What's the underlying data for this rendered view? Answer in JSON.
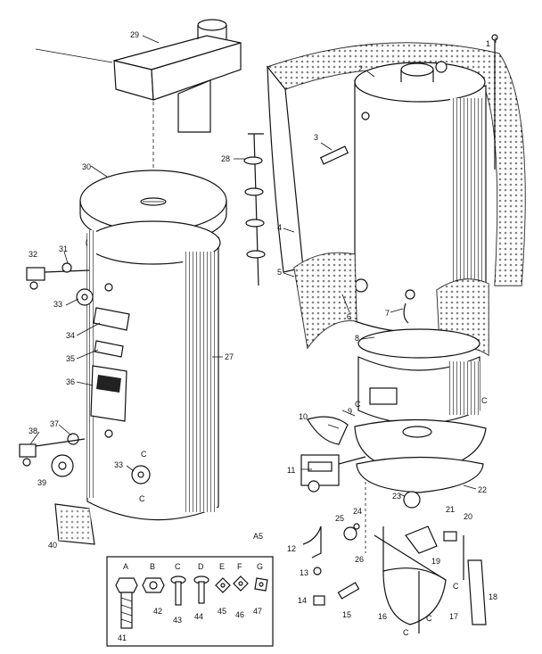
{
  "diagram": {
    "page_code": "A5",
    "callouts": [
      "1",
      "2",
      "3",
      "4",
      "5",
      "6",
      "7",
      "8",
      "9",
      "10",
      "11",
      "12",
      "13",
      "14",
      "15",
      "16",
      "17",
      "18",
      "19",
      "20",
      "21",
      "22",
      "23",
      "24",
      "25",
      "26",
      "27",
      "28",
      "29",
      "30",
      "31",
      "32",
      "33",
      "33",
      "34",
      "35",
      "36",
      "37",
      "38",
      "39",
      "40"
    ],
    "letter_marks": [
      "C",
      "C",
      "C",
      "C",
      "C",
      "C",
      "C"
    ],
    "fastener_box": {
      "letters": [
        "A",
        "B",
        "C",
        "D",
        "E",
        "F",
        "G"
      ],
      "numbers": [
        "41",
        "42",
        "43",
        "44",
        "45",
        "46",
        "47"
      ]
    }
  }
}
